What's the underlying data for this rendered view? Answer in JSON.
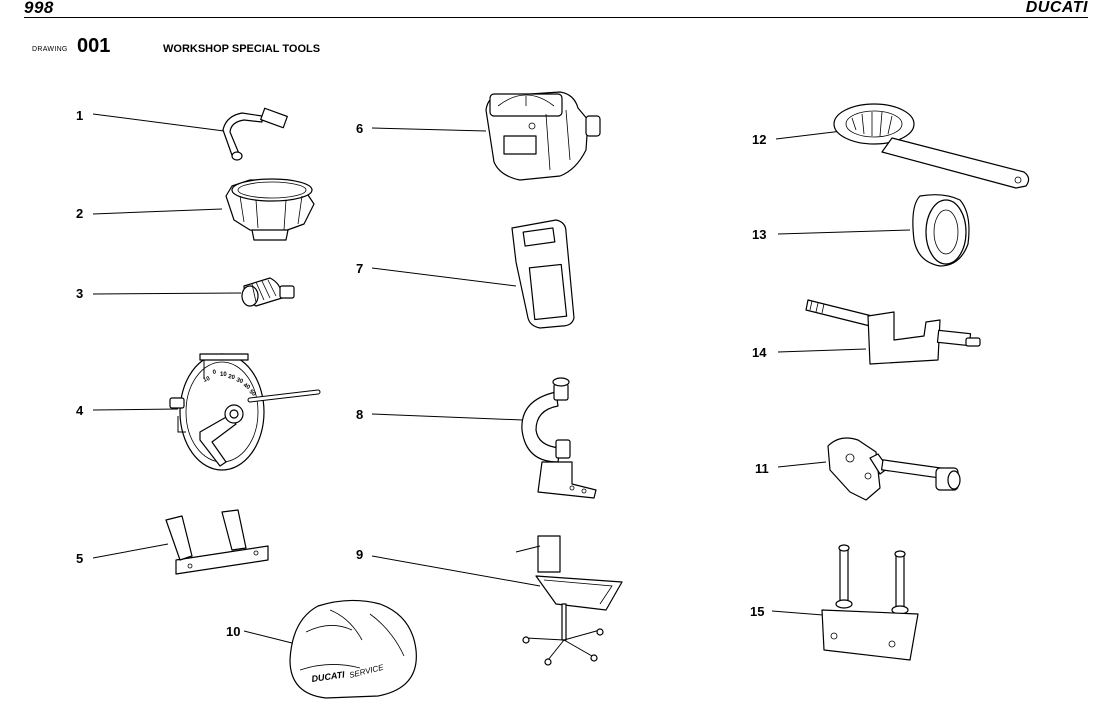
{
  "header": {
    "model": "998",
    "brand": "DUCATI"
  },
  "drawing": {
    "label": "DRAWING",
    "number": "001",
    "title": "WORKSHOP SPECIAL TOOLS"
  },
  "callouts": [
    "1",
    "2",
    "3",
    "4",
    "5",
    "6",
    "7",
    "8",
    "9",
    "10",
    "11",
    "12",
    "13",
    "14",
    "15"
  ],
  "cover_lettering": {
    "brand": "DUCATI",
    "word": "SERVICE"
  },
  "gauge_scale": [
    "10",
    "0",
    "10",
    "20",
    "30",
    "40",
    "50"
  ]
}
